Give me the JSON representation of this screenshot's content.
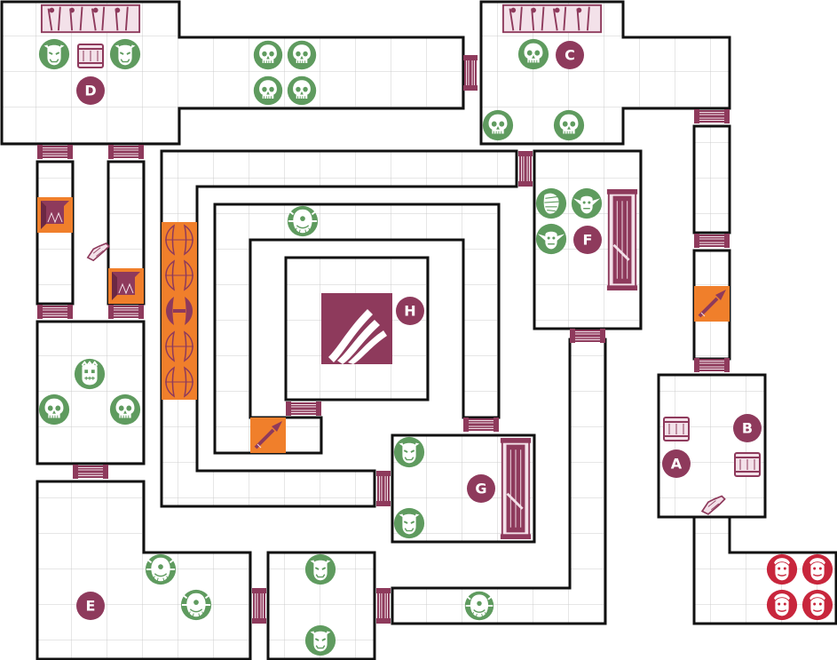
{
  "map": {
    "grid_color": "#c9c9c9",
    "wall_color": "#111111",
    "floor_color": "#ffffff",
    "accent_color": "#8e3a5c",
    "monster_color": "#5f9b5f",
    "hero_color": "#c8263c",
    "trap_color": "#f07f2b"
  },
  "rooms": [
    {
      "label": "A",
      "name": "room-a-marker"
    },
    {
      "label": "B",
      "name": "room-b-marker"
    },
    {
      "label": "C",
      "name": "room-c-marker"
    },
    {
      "label": "D",
      "name": "room-d-marker"
    },
    {
      "label": "E",
      "name": "room-e-marker"
    },
    {
      "label": "F",
      "name": "room-f-marker"
    },
    {
      "label": "G",
      "name": "room-g-marker"
    },
    {
      "label": "H",
      "name": "room-h-marker"
    }
  ],
  "icons": {
    "skeleton": "skull-icon",
    "orc": "orc-icon",
    "goblin": "goblin-icon",
    "mummy": "mummy-icon",
    "zombie": "zombie-icon",
    "fimir": "fimir-icon",
    "chaos_warrior": "chaos-warrior-icon",
    "hero": "hero-icon",
    "door": "door-icon",
    "chest": "treasure-chest-icon",
    "pit": "pit-trap-icon",
    "spear": "spear-trap-icon",
    "stairs": "stairs-icon",
    "rack": "weapon-rack-icon",
    "tomb": "tomb-icon",
    "rubble": "falling-block-icon"
  }
}
